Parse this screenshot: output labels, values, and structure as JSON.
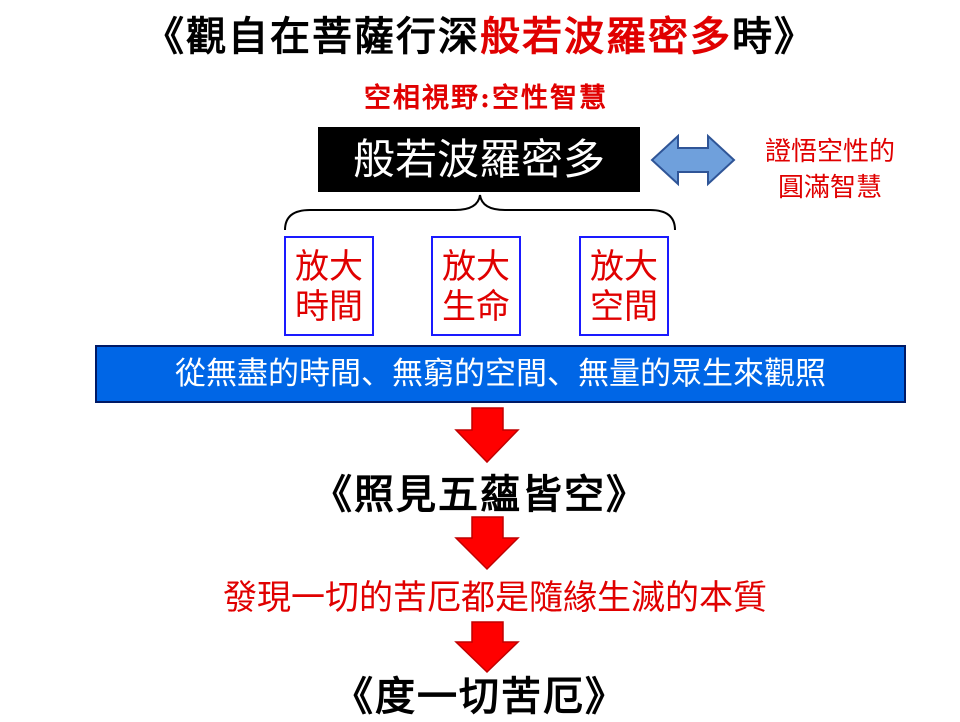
{
  "title": {
    "open": "《",
    "part1": "觀自在菩薩行深",
    "highlight": "般若波羅密多",
    "part2": "時",
    "close": "》"
  },
  "subtitle": "空相視野:空性智慧",
  "core_concept": "般若波羅密多",
  "side_note": {
    "line1": "證悟空性的",
    "line2": "圓滿智慧"
  },
  "expansions": [
    {
      "line1": "放大",
      "line2": "時間"
    },
    {
      "line1": "放大",
      "line2": "生命"
    },
    {
      "line1": "放大",
      "line2": "空間"
    }
  ],
  "observation": "從無盡的時間、無窮的空間、無量的眾生來觀照",
  "step1": "《照見五蘊皆空》",
  "step2": "發現一切的苦厄都是隨緣生滅的本質",
  "step3": "《度一切苦厄》",
  "colors": {
    "accent_red": "#e00000",
    "bar_blue": "#0066e6",
    "box_border_blue": "#1a1aff",
    "double_arrow_fill": "#6fa0dc",
    "double_arrow_stroke": "#2f5597",
    "down_arrow_fill": "#ff0000"
  }
}
